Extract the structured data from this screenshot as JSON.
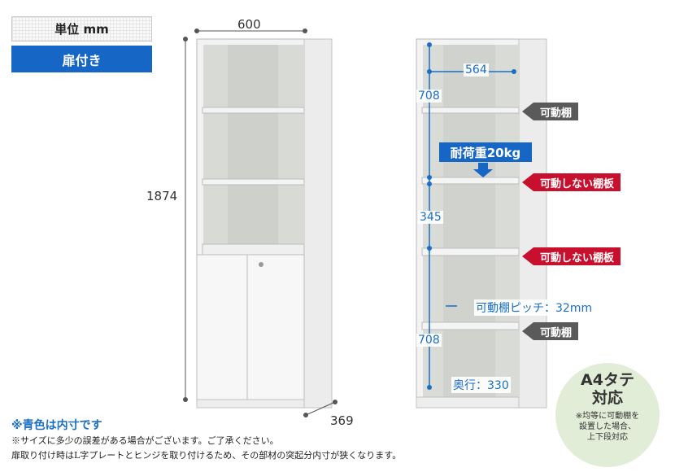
{
  "unit_label": "単位 mm",
  "door_label": "扉付き",
  "dims": {
    "width": "600",
    "height": "1874",
    "depth": "369"
  },
  "inner": {
    "width": "564",
    "top_height": "708",
    "mid_height": "345",
    "bottom_height": "708",
    "pitch": "可動棚ピッチ：32mm",
    "depth": "奥行：330"
  },
  "tags": {
    "movable_1": "可動棚",
    "fixed_1": "可動しない棚板",
    "fixed_2": "可動しない棚板",
    "movable_2": "可動棚"
  },
  "load": "耐荷重20kg",
  "a4": {
    "title1": "A4タテ",
    "title2": "対応",
    "note1": "※均等に可動棚を",
    "note2": "設置した場合、",
    "note3": "上下段対応"
  },
  "notes": {
    "blue": "※青色は内寸です",
    "line1": "※サイズに多少の誤差がある場合がございます。ご了承ください。",
    "line2": "扉取り付け時はL字プレートとヒンジを取り付けるため、その部材の突起分内寸が狭くなります。"
  },
  "colors": {
    "accent_blue": "#1666c6",
    "red": "#c8102e",
    "gray": "#5a5a5a",
    "a4_circle": "#e2edd8"
  }
}
